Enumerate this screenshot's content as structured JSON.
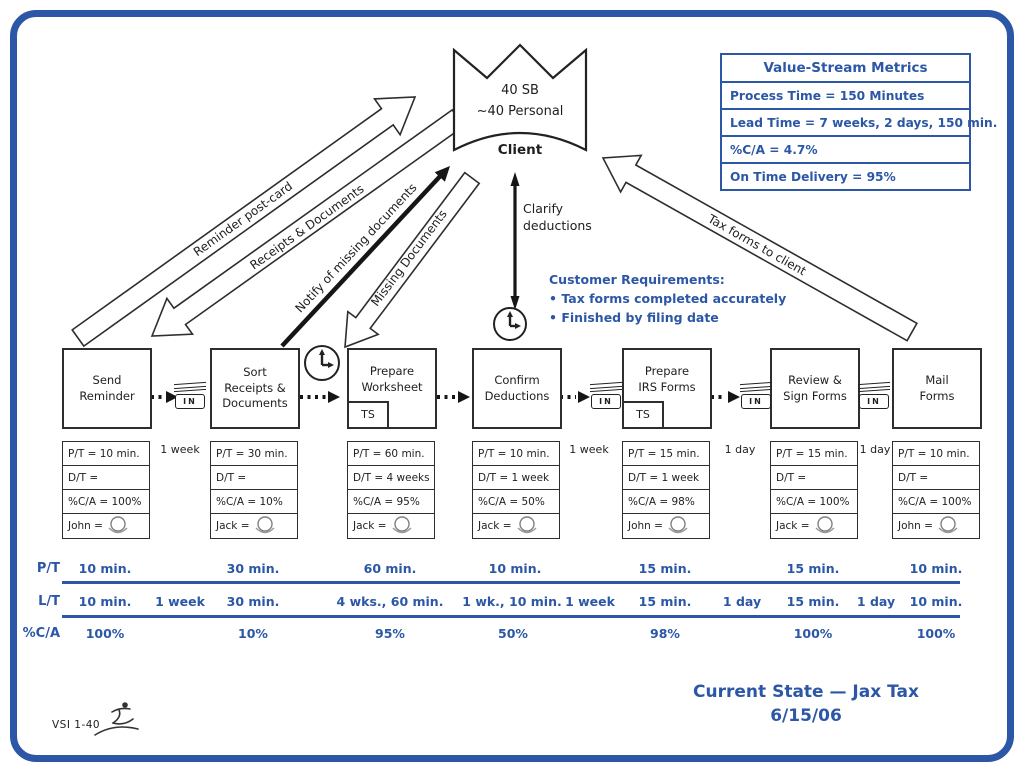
{
  "colors": {
    "accent_blue": "#2b57a6",
    "line_black": "#2e2e2e"
  },
  "client": {
    "volume_line1": "40 SB",
    "volume_line2": "~40 Personal",
    "label": "Client"
  },
  "metrics": {
    "title": "Value-Stream Metrics",
    "rows": [
      "Process Time = 150 Minutes",
      "Lead Time = 7 weeks, 2 days, 150 min.",
      "%C/A = 4.7%",
      "On Time Delivery = 95%"
    ]
  },
  "customer_requirements": {
    "title": "Customer Requirements:",
    "items": [
      "• Tax forms completed accurately",
      "• Finished by filing date"
    ]
  },
  "flow_labels": {
    "reminder": "Reminder post-card",
    "receipts": "Receipts & Documents",
    "notify": "Notify of missing documents",
    "missing": "Missing Documents",
    "clarify": "Clarify\ndeductions",
    "tax_forms": "Tax forms to client"
  },
  "labels": {
    "in": "IN",
    "ts": "TS"
  },
  "processes": [
    {
      "name": "Send\nReminder",
      "pt": "P/T = 10 min.",
      "dt": "D/T =",
      "ca": "%C/A = 100%",
      "owner": "John ="
    },
    {
      "name": "Sort\nReceipts &\nDocuments",
      "pt": "P/T = 30 min.",
      "dt": "D/T =",
      "ca": "%C/A = 10%",
      "owner": "Jack ="
    },
    {
      "name": "Prepare\nWorksheet",
      "pt": "P/T = 60 min.",
      "dt": "D/T = 4 weeks",
      "ca": "%C/A = 95%",
      "owner": "Jack ="
    },
    {
      "name": "Confirm\nDeductions",
      "pt": "P/T = 10 min.",
      "dt": "D/T = 1 week",
      "ca": "%C/A = 50%",
      "owner": "Jack ="
    },
    {
      "name": "Prepare\nIRS Forms",
      "pt": "P/T = 15 min.",
      "dt": "D/T = 1 week",
      "ca": "%C/A = 98%",
      "owner": "John ="
    },
    {
      "name": "Review &\nSign Forms",
      "pt": "P/T = 15 min.",
      "dt": "D/T =",
      "ca": "%C/A = 100%",
      "owner": "Jack ="
    },
    {
      "name": "Mail\nForms",
      "pt": "P/T = 10 min.",
      "dt": "D/T =",
      "ca": "%C/A = 100%",
      "owner": "John ="
    }
  ],
  "gap_labels": [
    "1 week",
    "1 week",
    "1 day",
    "1 day"
  ],
  "timeline": {
    "row_labels": {
      "pt": "P/T",
      "lt": "L/T",
      "ca": "%C/A"
    },
    "pt": [
      "10 min.",
      "30 min.",
      "60 min.",
      "10 min.",
      "15 min.",
      "15 min.",
      "10 min."
    ],
    "lt": [
      "10 min.",
      "1 week",
      "30 min.",
      "4 wks., 60 min.",
      "1 wk., 10 min.",
      "1 week",
      "15 min.",
      "1 day",
      "15 min.",
      "1 day",
      "10 min."
    ],
    "ca": [
      "100%",
      "10%",
      "95%",
      "50%",
      "98%",
      "100%",
      "100%"
    ]
  },
  "footer": {
    "doc_id": "VSI 1-40",
    "title_line1": "Current State — Jax Tax",
    "title_line2": "6/15/06"
  }
}
